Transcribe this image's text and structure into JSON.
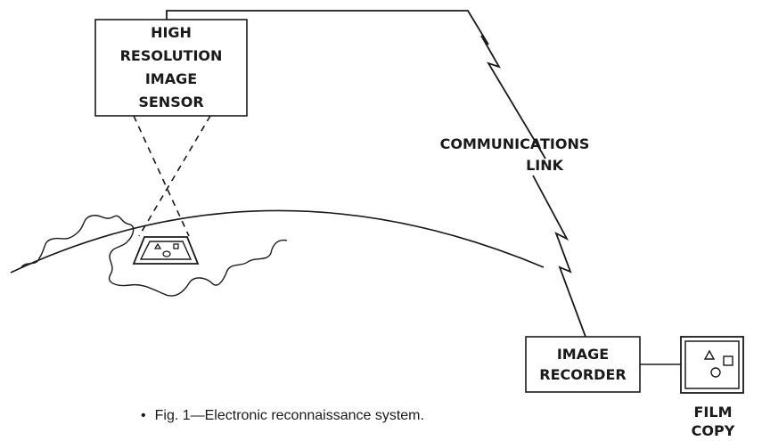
{
  "sensor": {
    "lines": [
      "HIGH",
      "RESOLUTION",
      "IMAGE",
      "SENSOR"
    ]
  },
  "link": {
    "lines": [
      "COMMUNICATIONS",
      "LINK"
    ]
  },
  "recorder": {
    "lines": [
      "IMAGE",
      "RECORDER"
    ]
  },
  "film": {
    "lines": [
      "FILM",
      "COPY"
    ]
  },
  "caption": {
    "bullet": "•",
    "text": "Fig. 1—Electronic reconnaissance system."
  }
}
